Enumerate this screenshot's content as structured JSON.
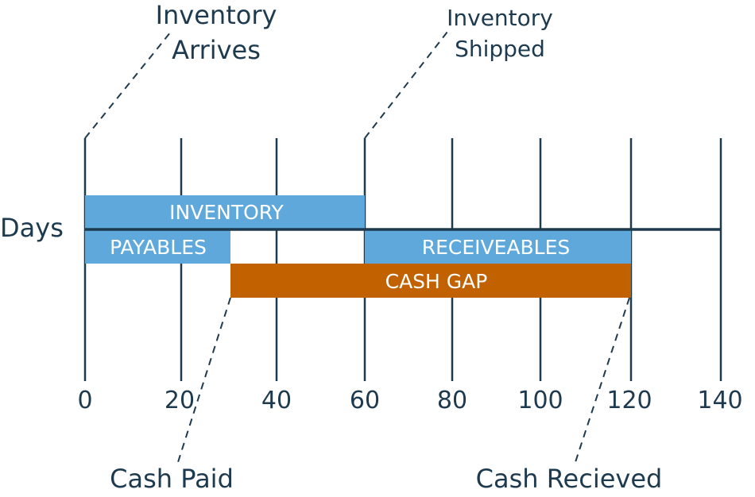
{
  "axis_label": "Days",
  "ticks": [
    "0",
    "20",
    "40",
    "60",
    "80",
    "100",
    "120",
    "140"
  ],
  "annotations": {
    "inventory_arrives": [
      "Inventory",
      "Arrives"
    ],
    "inventory_shipped": [
      "Inventory",
      "Shipped"
    ],
    "cash_paid": "Cash Paid",
    "cash_received": "Cash Recieved"
  },
  "bars": {
    "inventory": {
      "label": "INVENTORY",
      "start": 0,
      "end": 60,
      "color": "#5fa8dc"
    },
    "payables": {
      "label": "PAYABLES",
      "start": 0,
      "end": 30,
      "color": "#5fa8dc"
    },
    "receivables": {
      "label": "RECEIVEABLES",
      "start": 60,
      "end": 120,
      "color": "#5fa8dc"
    },
    "cash_gap": {
      "label": "CASH GAP",
      "start": 30,
      "end": 120,
      "color": "#c26100"
    }
  },
  "colors": {
    "ink": "#1d3a4f",
    "bar_blue": "#5fa8dc",
    "cash_gap": "#c26100"
  }
}
